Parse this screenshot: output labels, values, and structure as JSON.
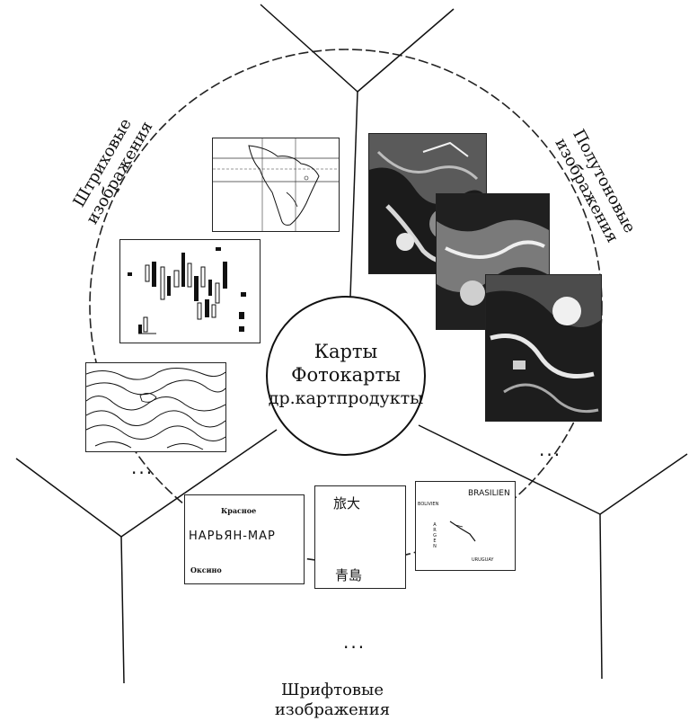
{
  "center": {
    "line1": "Карты",
    "line2": "Фотокарты",
    "line3": "др.картпродукты"
  },
  "sectors": {
    "line_art": {
      "line1": "Штриховые",
      "line2": "изображения",
      "ellipsis": "..."
    },
    "halftone": {
      "line1": "Полутоновые",
      "line2": "изображения",
      "ellipsis": "..."
    },
    "font": {
      "line1": "Шрифтовые",
      "line2": "изображения",
      "ellipsis": "..."
    }
  },
  "font_samples": {
    "russian_map": {
      "top": "Красное",
      "main": "НАРЬЯН-МАР",
      "bottom": "Оксино"
    },
    "chinese_map": {
      "top": "旅大",
      "bottom": "青島"
    },
    "brazil_map": {
      "title": "BRASILIEN",
      "left": "BOLIVIEN",
      "vertical": "ARGEN",
      "bottom": "URUGUAY"
    }
  }
}
